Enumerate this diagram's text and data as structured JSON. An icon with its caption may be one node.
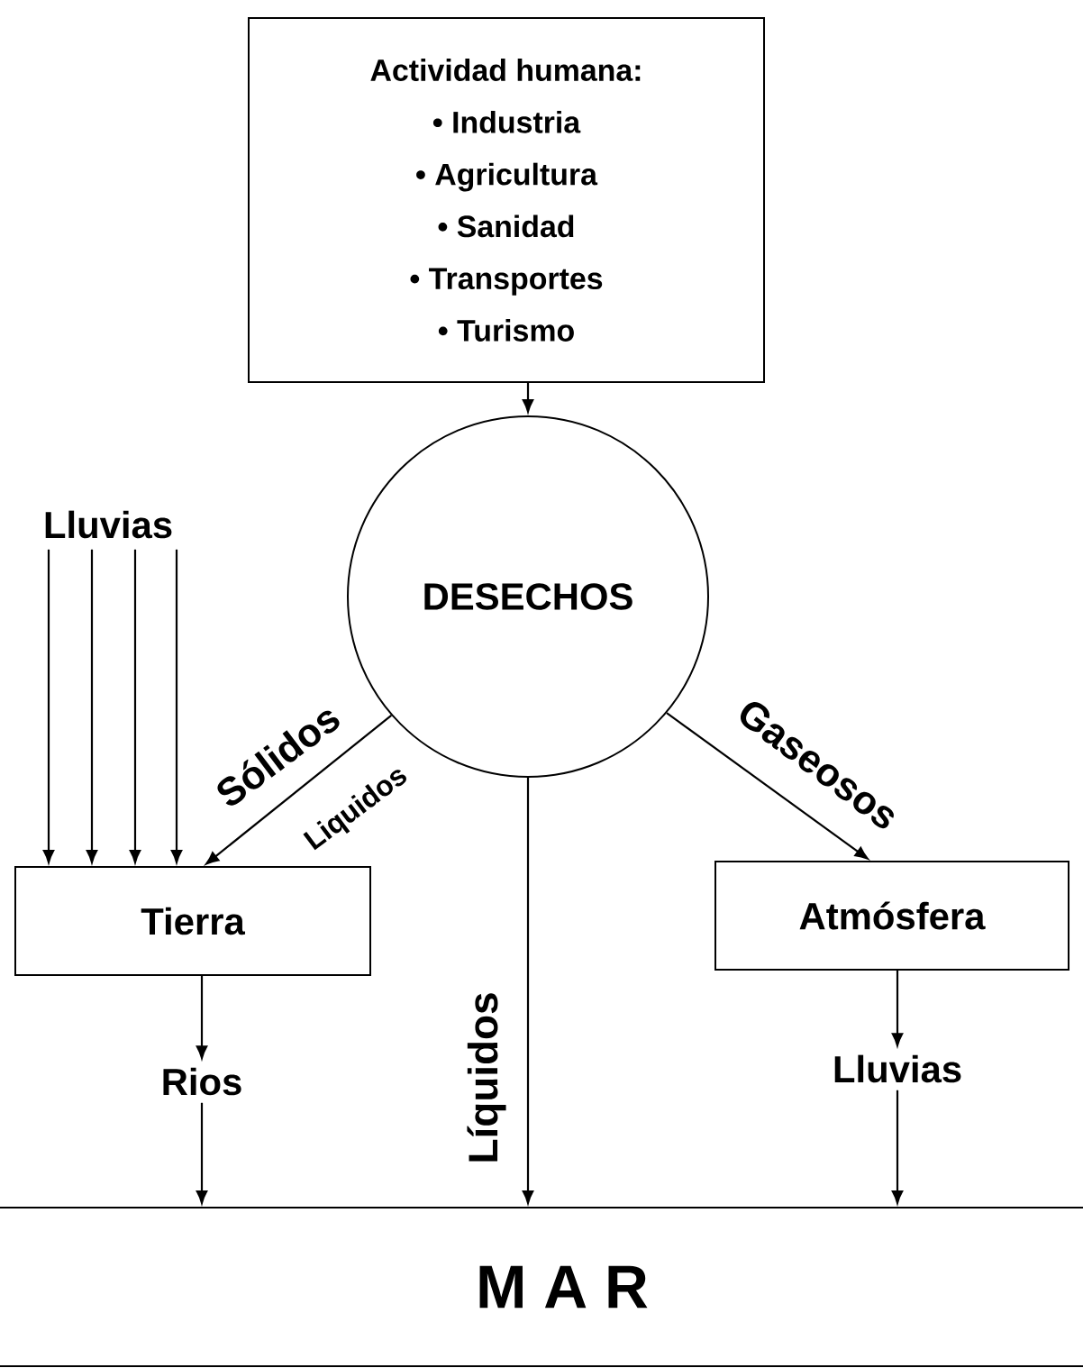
{
  "diagram": {
    "nodes": [
      {
        "text": [
          "Actividad humana:",
          "• Industria",
          "• Agricultura",
          "• Sanidad",
          "• Transportes",
          "• Turismo"
        ]
      },
      {
        "text": [
          "DESECHOS"
        ]
      },
      {
        "text": [
          "Tierra"
        ]
      },
      {
        "text": [
          "Atmósfera"
        ]
      },
      {
        "text": [
          "M A R"
        ]
      },
      {
        "text": [
          "Lluvias"
        ]
      },
      {
        "text": [
          "Rios"
        ]
      },
      {
        "text": [
          "Lluvias"
        ]
      }
    ],
    "edges": [
      {
        "from": 0,
        "to": 1,
        "arrow": "to"
      },
      {
        "from": 1,
        "to": 2,
        "arrow": "to",
        "label": "Sólidos"
      },
      {
        "from": 1,
        "to": 4,
        "arrow": "to",
        "label": "Líquidos"
      },
      {
        "from": 1,
        "to": 3,
        "arrow": "to",
        "label": "Gaseosos"
      },
      {
        "from": 5,
        "to": 2,
        "arrow": "to"
      },
      {
        "from": 5,
        "to": 2,
        "arrow": "to"
      },
      {
        "from": 5,
        "to": 2,
        "arrow": "to"
      },
      {
        "from": 5,
        "to": 2,
        "arrow": "to"
      },
      {
        "from": 2,
        "to": 6,
        "arrow": "to"
      },
      {
        "from": 6,
        "to": 4,
        "arrow": "to"
      },
      {
        "from": 3,
        "to": 7,
        "arrow": "to"
      },
      {
        "from": 7,
        "to": 4,
        "arrow": "to"
      }
    ],
    "labels": [
      "Liquidos"
    ]
  }
}
